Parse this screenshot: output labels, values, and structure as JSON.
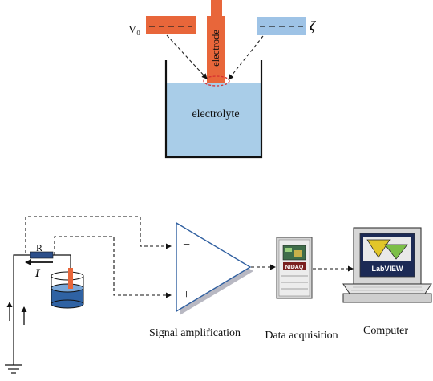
{
  "top": {
    "v0_label": "V₀",
    "zeta_label": "ζ",
    "electrode_label": "electrode",
    "electrolyte_label": "electrolyte"
  },
  "bottom": {
    "resistor_label": "R",
    "current_label": "I",
    "minus_label": "−",
    "plus_label": "+",
    "daq_label": "NIDAQ",
    "screen_label": "LabVIEW",
    "captions": {
      "amplification": "Signal amplification",
      "acquisition": "Data acquisition",
      "computer": "Computer"
    }
  },
  "colors": {
    "electrode": "#e8663a",
    "zeta_box": "#9ec3e6",
    "electrolyte": "#a9cde8",
    "beaker_fill": "#2f62a3",
    "resistor": "#2d4f8a"
  }
}
